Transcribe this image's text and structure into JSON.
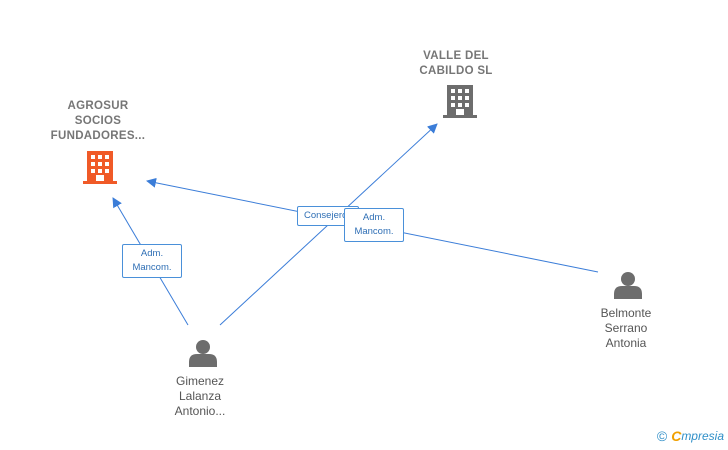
{
  "nodes": {
    "agrosur": {
      "name_lines": [
        "AGROSUR",
        "SOCIOS",
        "FUNDADORES..."
      ],
      "icon": "building-icon",
      "color": "#f05a28"
    },
    "valle": {
      "name_lines": [
        "VALLE DEL",
        "CABILDO SL"
      ],
      "icon": "building-icon",
      "color": "#6d6d6d"
    },
    "gimenez": {
      "name_lines": [
        "Gimenez",
        "Lalanza",
        "Antonio..."
      ],
      "icon": "person-icon",
      "color": "#6d6d6d"
    },
    "belmonte": {
      "name_lines": [
        "Belmonte",
        "Serrano",
        "Antonia"
      ],
      "icon": "person-icon",
      "color": "#6d6d6d"
    }
  },
  "edges": [
    {
      "from": "gimenez",
      "to": "agrosur",
      "label_lines": [
        "Adm.",
        "Mancom."
      ]
    },
    {
      "from": "gimenez",
      "to": "valle",
      "label_lines": [
        "Consejero"
      ]
    },
    {
      "from": "belmonte",
      "to": "agrosur",
      "label_lines": [
        "Adm.",
        "Mancom."
      ]
    }
  ],
  "colors": {
    "edge": "#3b7dd8",
    "accent_company": "#f05a28",
    "company": "#6d6d6d",
    "person": "#6d6d6d"
  },
  "footer": {
    "copyright": "©",
    "brand_first": "C",
    "brand_rest": "mpresia"
  }
}
